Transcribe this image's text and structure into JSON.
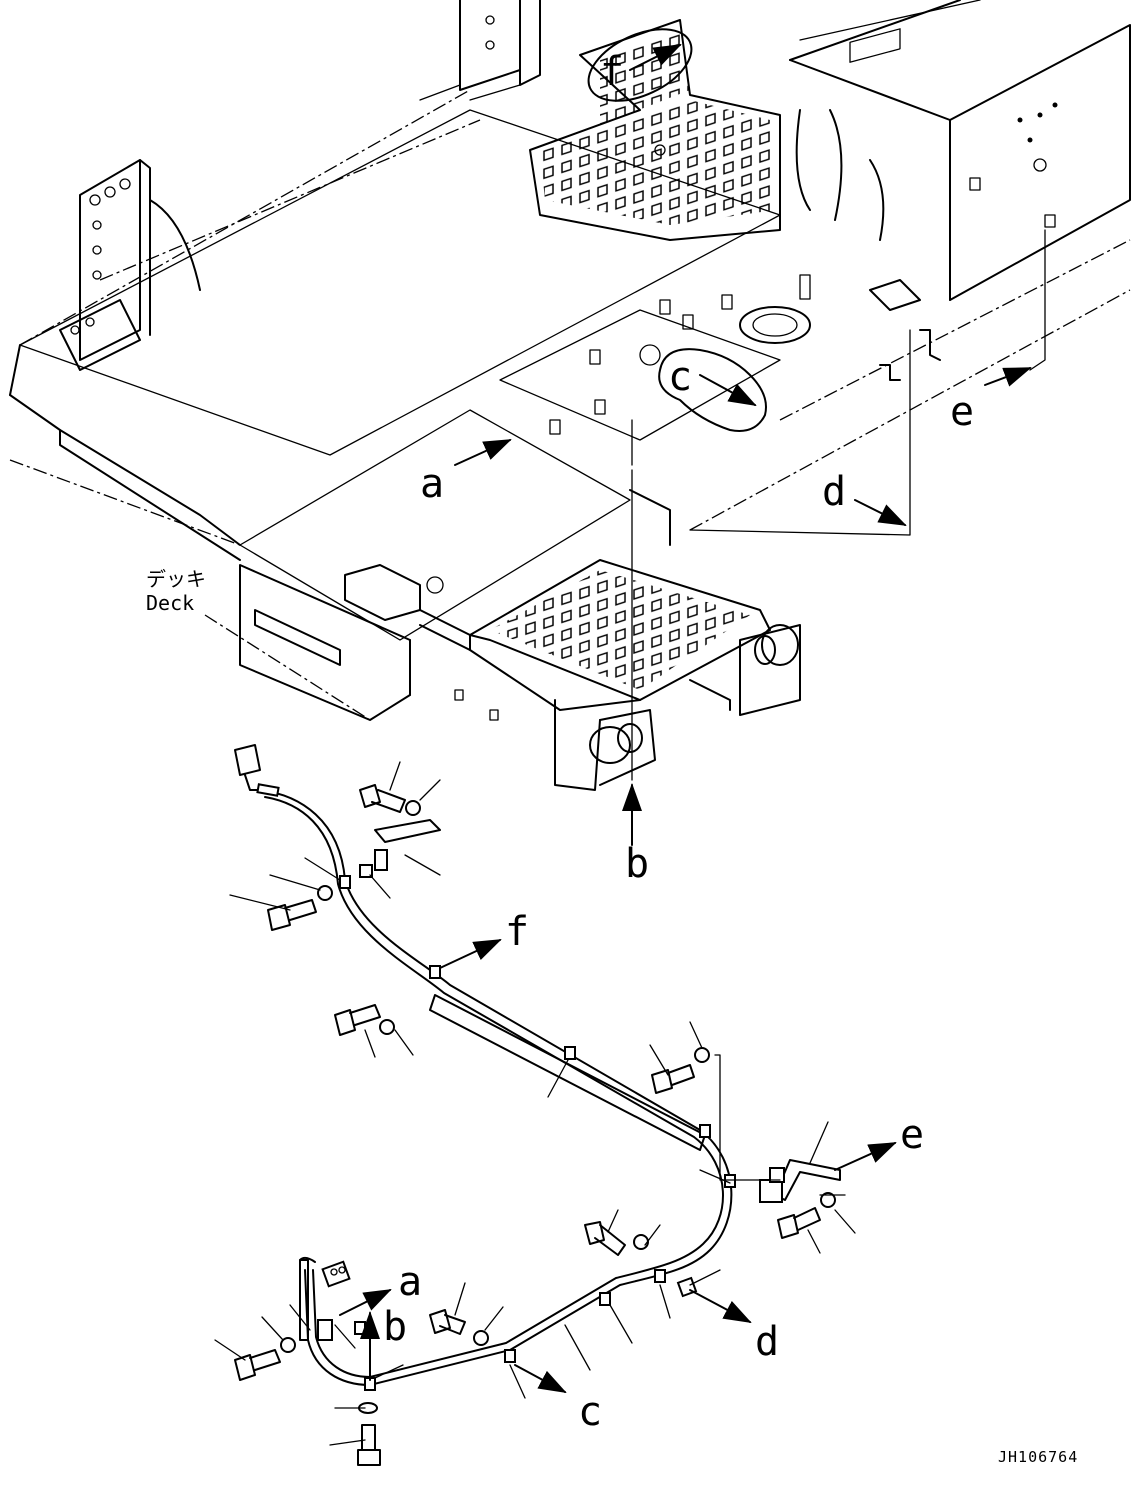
{
  "callouts": {
    "a": "a",
    "b": "b",
    "c": "c",
    "d": "d",
    "e": "e",
    "f": "f"
  },
  "deck_label": {
    "jp": "デッキ",
    "en": "Deck"
  },
  "drawing_code": "JH106764"
}
